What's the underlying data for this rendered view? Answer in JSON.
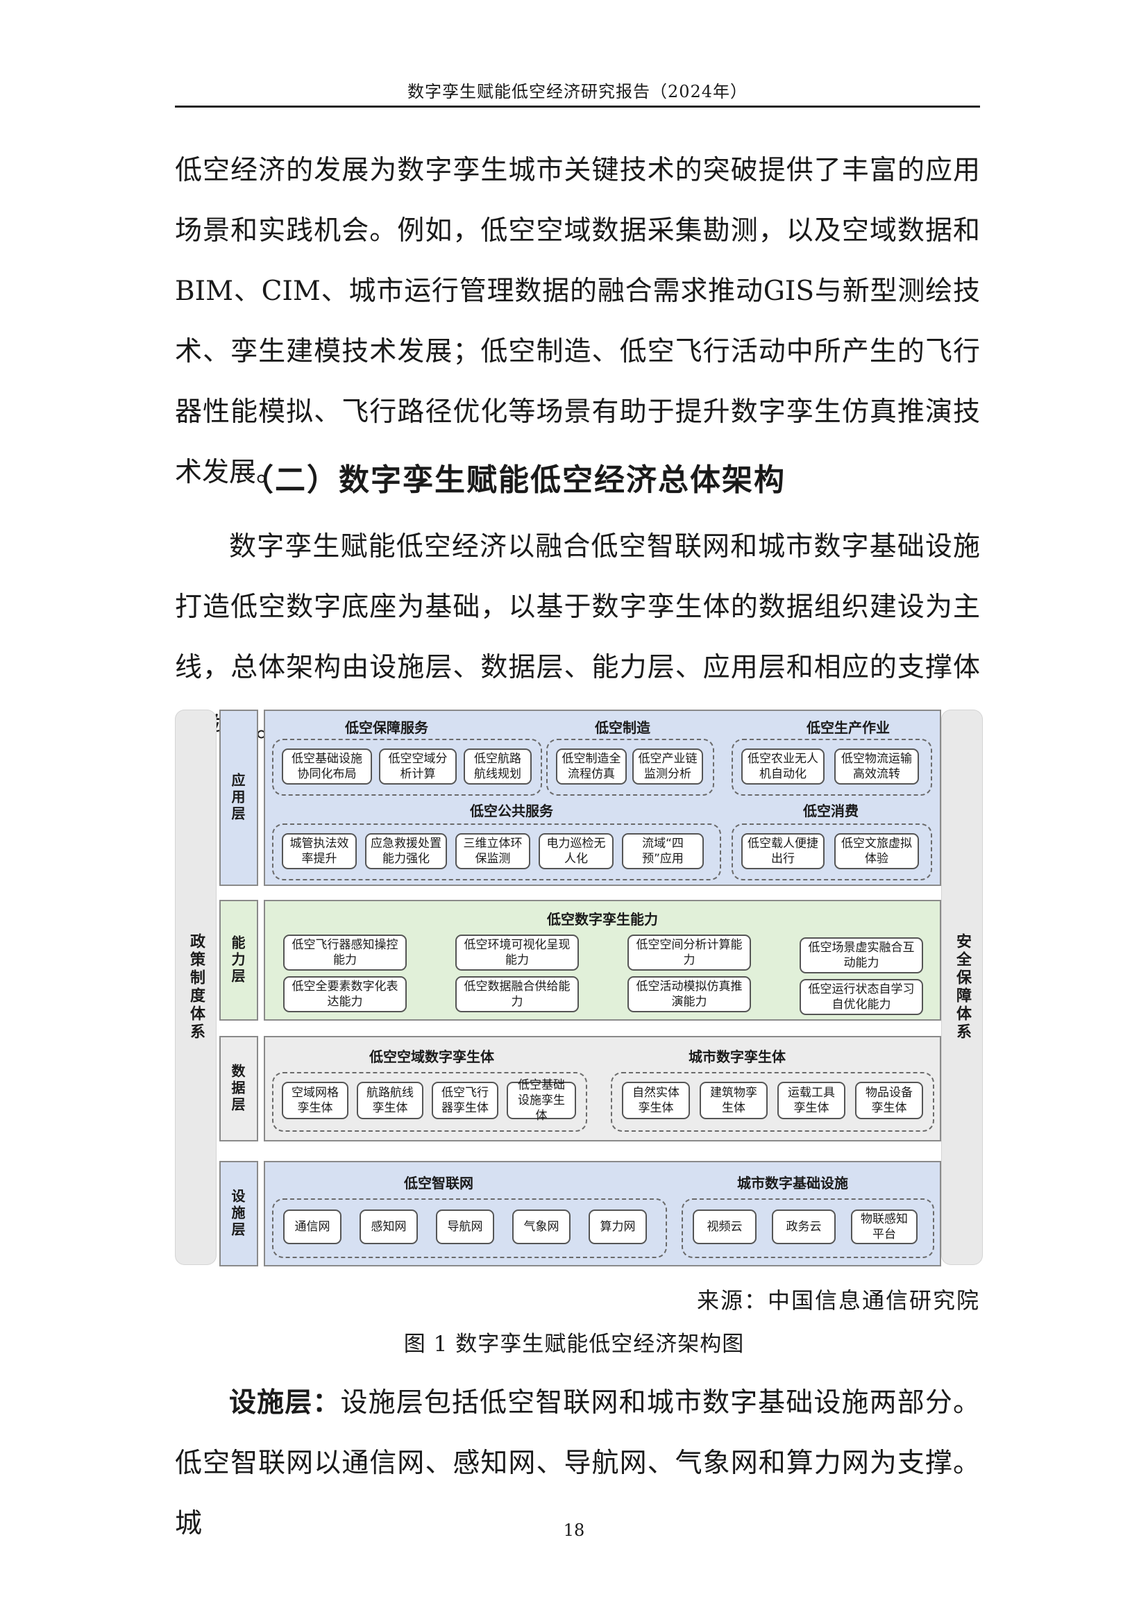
{
  "header": "数字孪生赋能低空经济研究报告（2024年）",
  "paragraphs": {
    "p1": "低空经济的发展为数字孪生城市关键技术的突破提供了丰富的应用场景和实践机会。例如，低空空域数据采集勘测，以及空域数据和BIM、CIM、城市运行管理数据的融合需求推动GIS与新型测绘技术、孪生建模技术发展；低空制造、低空飞行活动中所产生的飞行器性能模拟、飞行路径优化等场景有助于提升数字孪生仿真推演技术发展。",
    "heading": "（二）数字孪生赋能低空经济总体架构",
    "p2": "数字孪生赋能低空经济以融合低空智联网和城市数字基础设施打造低空数字底座为基础，以基于数字孪生体的数据组织建设为主线，总体架构由设施层、数据层、能力层、应用层和相应的支撑体系构成。",
    "p3_lead": "设施层：",
    "p3": "设施层包括低空智联网和城市数字基础设施两部分。低空智联网以通信网、感知网、导航网、气象网和算力网为支撑。城"
  },
  "figure": {
    "left_side": "政策制度体系",
    "right_side": "安全保障体系",
    "application": {
      "label": "应用层",
      "g1_title": "低空保障服务",
      "g1": [
        "低空基础设施协同化布局",
        "低空空域分析计算",
        "低空航路航线规划"
      ],
      "g2_title": "低空制造",
      "g2": [
        "低空制造全流程仿真",
        "低空产业链监测分析"
      ],
      "g3_title": "低空生产作业",
      "g3": [
        "低空农业无人机自动化",
        "低空物流运输高效流转"
      ],
      "g4_title": "低空公共服务",
      "g4": [
        "城管执法效率提升",
        "应急救援处置能力强化",
        "三维立体环保监测",
        "电力巡检无人化",
        "流域“四预”应用"
      ],
      "g5_title": "低空消费",
      "g5": [
        "低空载人便捷出行",
        "低空文旅虚拟体验"
      ]
    },
    "capability": {
      "label": "能力层",
      "title": "低空数字孪生能力",
      "items": [
        "低空飞行器感知操控能力",
        "低空环境可视化呈现能力",
        "低空空间分析计算能力",
        "低空场景虚实融合互动能力",
        "低空全要素数字化表达能力",
        "低空数据融合供给能力",
        "低空活动模拟仿真推演能力",
        "低空运行状态自学习自优化能力"
      ]
    },
    "data": {
      "label": "数据层",
      "g1_title": "低空空域数字孪生体",
      "g1": [
        "空域网格孪生体",
        "航路航线孪生体",
        "低空飞行器孪生体",
        "低空基础设施孪生体"
      ],
      "g2_title": "城市数字孪生体",
      "g2": [
        "自然实体孪生体",
        "建筑物孪生体",
        "运载工具孪生体",
        "物品设备孪生体"
      ]
    },
    "facility": {
      "label": "设施层",
      "g1_title": "低空智联网",
      "g1": [
        "通信网",
        "感知网",
        "导航网",
        "气象网",
        "算力网"
      ],
      "g2_title": "城市数字基础设施",
      "g2": [
        "视频云",
        "政务云",
        "物联感知平台"
      ]
    }
  },
  "source": "来源：中国信息通信研究院",
  "caption": "图 1 数字孪生赋能低空经济架构图",
  "page_number": "18",
  "colors": {
    "application_bg": "#d6e0f2",
    "capability_bg": "#e1f0d9",
    "data_bg": "#ececec",
    "facility_bg": "#d6e0f2"
  }
}
